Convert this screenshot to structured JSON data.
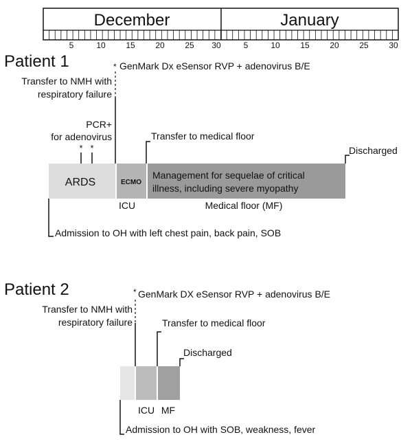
{
  "timeline": {
    "months": [
      "December",
      "January"
    ],
    "tick_labels": [
      "5",
      "10",
      "15",
      "20",
      "25",
      "30",
      "5",
      "10",
      "15",
      "20",
      "25",
      "30"
    ]
  },
  "patient1": {
    "title": "Patient 1",
    "genmark_label": "GenMark Dx eSensor RVP + adenovirus B/E",
    "transfer_nmh_line1": "Transfer to NMH with",
    "transfer_nmh_line2": "respiratory failure",
    "pcr_line1": "PCR+",
    "pcr_line2": "for adenovirus",
    "asterisk": "*",
    "transfer_floor": "Transfer to medical floor",
    "discharged": "Discharged",
    "ards_label": "ARDS",
    "ecmo_label": "ECMO",
    "management_line1": "Management for sequelae of critical",
    "management_line2": "illness, including severe myopathy",
    "icu_label": "ICU",
    "mf_label": "Medical floor (MF)",
    "admission": "Admission to OH with left chest pain, back pain, SOB",
    "colors": {
      "ards": "#dcdcdc",
      "icu": "#b4b4b4",
      "mf": "#9a9a9a"
    }
  },
  "patient2": {
    "title": "Patient 2",
    "genmark_label": "GenMark DX eSensor RVP + adenovirus B/E",
    "asterisk": "*",
    "transfer_nmh_line1": "Transfer to NMH with",
    "transfer_nmh_line2": "respiratory failure",
    "transfer_floor": "Transfer to medical floor",
    "discharged": "Discharged",
    "icu_label": "ICU",
    "mf_label": "MF",
    "admission": "Admission to OH with SOB, weakness, fever",
    "colors": {
      "oh": "#e6e6e6",
      "icu": "#bcbcbc",
      "mf": "#a0a0a0"
    }
  }
}
